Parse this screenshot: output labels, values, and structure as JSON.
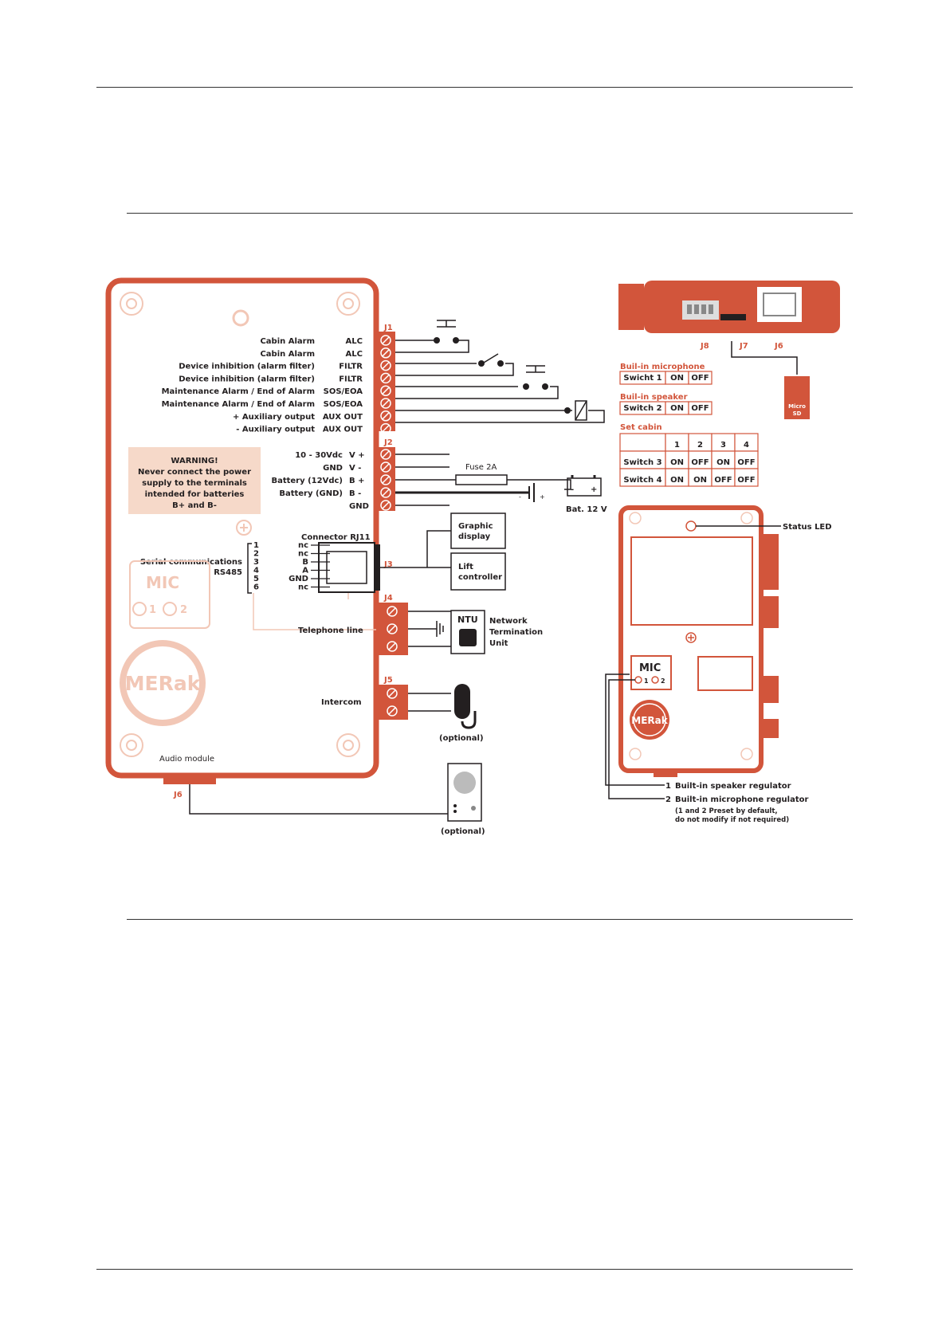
{
  "colors": {
    "accent": "#d2553b",
    "warning_bg": "#f6d9c9",
    "faded": "#f2c7b6",
    "ink": "#231f20"
  },
  "audio_module": {
    "label": "Audio module",
    "j1": {
      "connector": "J1",
      "rows": [
        {
          "desc": "Cabin Alarm",
          "code": "ALC"
        },
        {
          "desc": "Cabin Alarm",
          "code": "ALC"
        },
        {
          "desc": "Device inhibition (alarm filter)",
          "code": "FILTR"
        },
        {
          "desc": "Device inhibition (alarm filter)",
          "code": "FILTR"
        },
        {
          "desc": "Maintenance Alarm / End of Alarm",
          "code": "SOS/EOA"
        },
        {
          "desc": "Maintenance Alarm / End of Alarm",
          "code": "SOS/EOA"
        },
        {
          "desc": "+ Auxiliary output",
          "code": "AUX OUT"
        },
        {
          "desc": "- Auxiliary output",
          "code": "AUX OUT"
        }
      ]
    },
    "j2": {
      "connector": "J2",
      "rows": [
        {
          "desc": "10 - 30Vdc",
          "code": "V +"
        },
        {
          "desc": "GND",
          "code": "V -"
        },
        {
          "desc": "Battery (12Vdc)",
          "code": "B +"
        },
        {
          "desc": "Battery (GND)",
          "code": "B -"
        },
        {
          "desc": "",
          "code": "GND"
        }
      ],
      "fuse": "Fuse 2A",
      "battery": "Bat. 12 V",
      "battery_minus": "-",
      "battery_plus": "+"
    },
    "warning": {
      "title": "WARNING!",
      "lines": [
        "Never connect the power",
        "supply to the terminals",
        "intended for batteries",
        "B+ and B-"
      ]
    },
    "j3": {
      "connector": "J3",
      "rj11_label": "Connector RJ11",
      "pins": [
        "1",
        "2",
        "3",
        "4",
        "5",
        "6"
      ],
      "signals": [
        "nc",
        "nc",
        "B",
        "A",
        "GND",
        "nc"
      ],
      "serial_label": "Serial communications",
      "serial_sub": "RS485",
      "telephone": "Telephone line",
      "graphic_display": [
        "Graphic",
        "display"
      ],
      "lift_controller": [
        "Lift",
        "controller"
      ]
    },
    "mic": {
      "title": "MIC",
      "one": "1",
      "two": "2"
    },
    "j4": {
      "connector": "J4",
      "ntu": "NTU",
      "ntu_desc": [
        "Network",
        "Termination",
        "Unit"
      ]
    },
    "j5": {
      "connector": "J5",
      "label": "Intercom",
      "optional": "(optional)"
    },
    "j6": {
      "connector": "J6",
      "optional": "(optional)"
    },
    "logo": "MERak"
  },
  "top_board": {
    "j8": "J8",
    "j7": "J7",
    "j6": "J6",
    "microsd": [
      "Micro",
      "SD"
    ]
  },
  "switches": {
    "mic_title": "Buil-in microphone",
    "mic_row": [
      "Swicht 1",
      "ON",
      "OFF"
    ],
    "speaker_title": "Buil-in speaker",
    "speaker_row": [
      "Switch 2",
      "ON",
      "OFF"
    ],
    "cabin_title": "Set cabin",
    "cabin_header": [
      "",
      "1",
      "2",
      "3",
      "4"
    ],
    "cabin_rows": [
      [
        "Switch 3",
        "ON",
        "OFF",
        "ON",
        "OFF"
      ],
      [
        "Switch 4",
        "ON",
        "ON",
        "OFF",
        "OFF"
      ]
    ]
  },
  "back_panel": {
    "status_led": "Status LED",
    "mic": {
      "title": "MIC",
      "one": "1",
      "two": "2"
    },
    "logo": "MERak",
    "notes": [
      {
        "num": "1",
        "text": "Built-in speaker regulator"
      },
      {
        "num": "2",
        "text": "Built-in microphone regulator"
      }
    ],
    "preset": [
      "(1 and 2 Preset by default,",
      "do not modify if not required)"
    ]
  }
}
